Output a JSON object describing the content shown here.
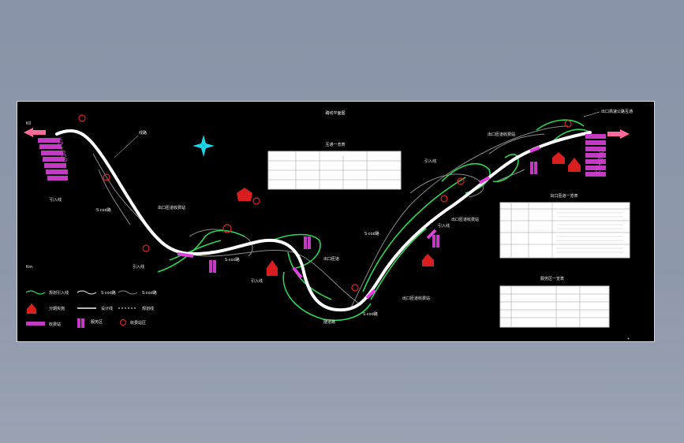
{
  "drawing": {
    "title": "路线平面图",
    "colors": {
      "background": "#000000",
      "road_main": "#ffffff",
      "road_green": "#2bd85a",
      "road_grey": "#8a8a8a",
      "accent_magenta": "#e040e0",
      "marker_red": "#e02020",
      "compass_cyan": "#19d7e8",
      "label_white": "#f2f2f2"
    }
  },
  "labels": {
    "left_arrow": "K0",
    "left_vert": "K0+000",
    "right_vert": "K5+800",
    "top_right_junction": "出口高速公路互通",
    "road_label_1": "线路",
    "side_a": "S·cod路",
    "side_b": "S·cod路",
    "side_c": "S·cod路",
    "side_d": "S·cod路",
    "interchange_1": "出口匝道收费站",
    "interchange_2": "出口匝道",
    "interchange_3": "出口匝道收费站",
    "interchange_4": "出口匝道收费站",
    "interchange_5": "出口匝道收费站",
    "bridge_1": "引入线",
    "bridge_2": "引入线",
    "bridge_3": "引入线",
    "bridge_4": "引入线",
    "bridge_5": "引入线",
    "bottom_road": "隧道路",
    "scale": "Km"
  },
  "tables": {
    "t1_title": "互通一览表",
    "t2_title": "出口匝道一览表",
    "t3_title": "服务区一览表"
  },
  "legend": {
    "item1": "规划引入线",
    "item2": "S·cod路",
    "item3": "S·cod路",
    "item4": "分期实施",
    "item5": "设计线",
    "item6": "规划线",
    "item7": "收费站",
    "item8": "服务区",
    "item9": "收费站区"
  },
  "icons": {
    "compass": "compass-rose-icon",
    "building": "building-icon",
    "marker": "location-marker-icon",
    "tollgate": "tollgate-icon"
  }
}
